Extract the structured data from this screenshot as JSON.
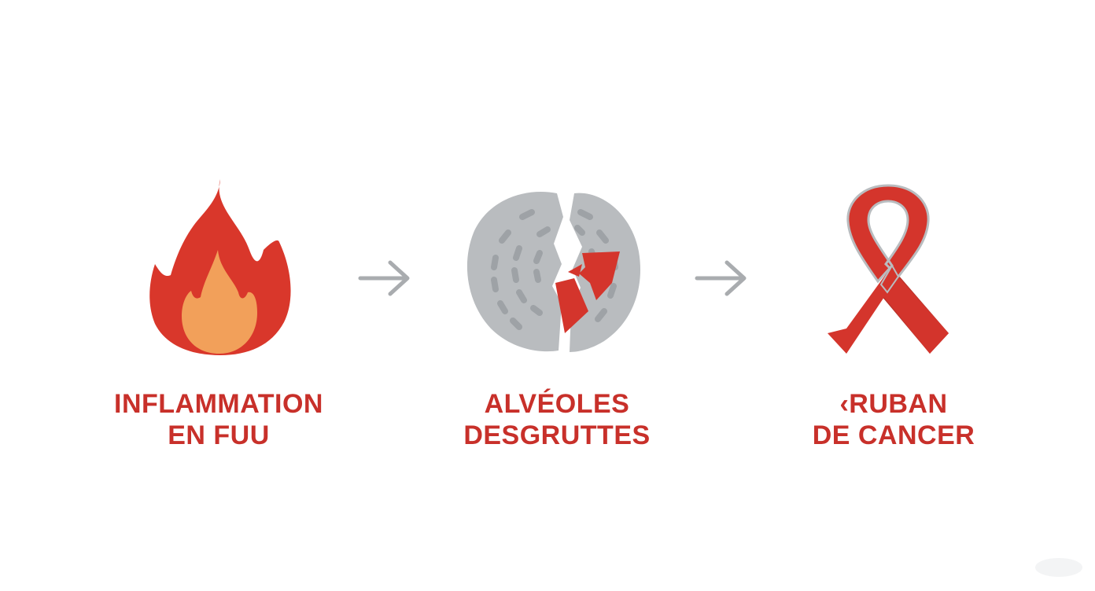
{
  "colors": {
    "accent": "#c8302a",
    "flame_outer": "#d9372b",
    "flame_inner": "#f2a05a",
    "alveoli_gray": "#b9bcbf",
    "alveoli_marks": "#9ea2a6",
    "arrow_gray": "#a9acaf",
    "ribbon_red": "#d4352c"
  },
  "steps": [
    {
      "icon": "flame-icon",
      "label_line1": "INFLAMMATION",
      "label_line2": "EN FUU"
    },
    {
      "icon": "damaged-alveoli-icon",
      "label_line1": "ALVÉOLES",
      "label_line2": "DESGRUTTES"
    },
    {
      "icon": "cancer-ribbon-icon",
      "label_line1": "‹RUBAN",
      "label_line2": "DE CANCER"
    }
  ],
  "arrows": [
    "arrow-right-icon",
    "arrow-right-icon"
  ]
}
